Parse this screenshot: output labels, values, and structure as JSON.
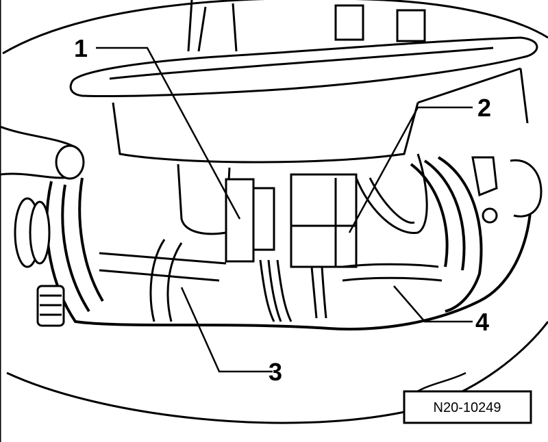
{
  "callouts": [
    {
      "id": "1",
      "label": "1"
    },
    {
      "id": "2",
      "label": "2"
    },
    {
      "id": "3",
      "label": "3"
    },
    {
      "id": "4",
      "label": "4"
    }
  ],
  "reference_code": "N20-10249",
  "colors": {
    "line": "#000000",
    "background": "#ffffff"
  }
}
